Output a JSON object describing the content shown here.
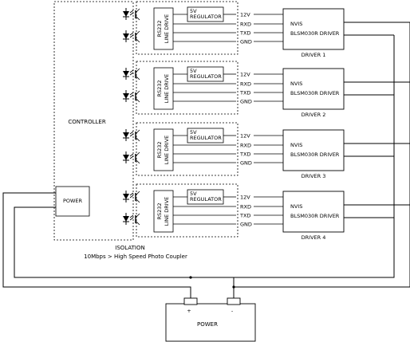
{
  "controller": {
    "label": "CONTROLLER",
    "power_label": "POWER"
  },
  "isolation": {
    "label": "ISOLATION",
    "caption": "10Mbps > High Speed Photo Coupler"
  },
  "channel": {
    "line_drive_lines": [
      "RS232",
      "LINE DRIVE"
    ],
    "regulator_lines": [
      "5V",
      "REGULATOR"
    ],
    "signals": [
      "12V",
      "RXD",
      "TXD",
      "GND"
    ],
    "driver_lines": [
      "NVIS",
      "BLSM030R DRIVER"
    ]
  },
  "channels": [
    {
      "driver_caption": "DRIVER 1"
    },
    {
      "driver_caption": "DRIVER 2"
    },
    {
      "driver_caption": "DRIVER 3"
    },
    {
      "driver_caption": "DRIVER 4"
    }
  ],
  "power_supply": {
    "label": "POWER",
    "plus": "+",
    "minus": "-"
  }
}
